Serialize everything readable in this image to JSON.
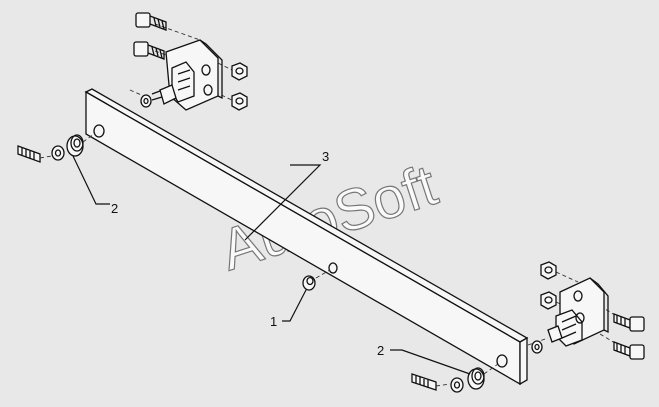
{
  "watermark": "AutoSoft",
  "callouts": {
    "c1": "1",
    "c2a": "2",
    "c2b": "2",
    "c3": "3"
  }
}
